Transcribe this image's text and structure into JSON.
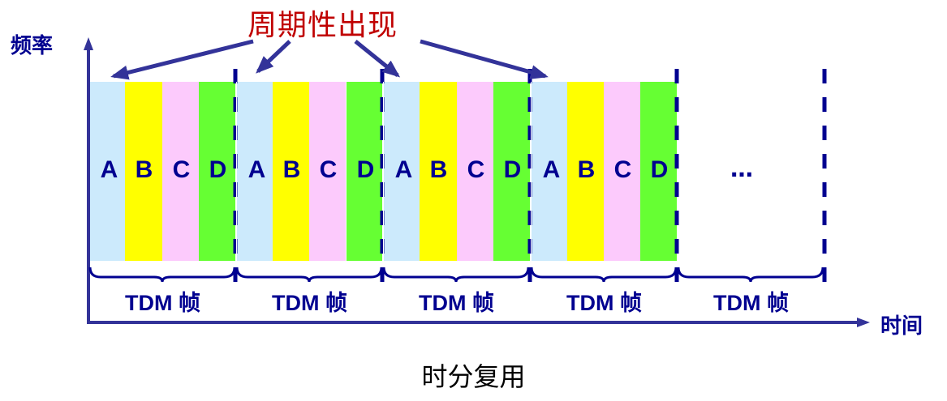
{
  "diagram": {
    "title": "周期性出现",
    "y_axis_label": "频率",
    "x_axis_label": "时间",
    "caption": "时分复用",
    "ellipsis": "…",
    "frame_label": "TDM 帧",
    "frames": [
      {
        "label": "TDM 帧",
        "slots": [
          "A",
          "B",
          "C",
          "D"
        ]
      },
      {
        "label": "TDM 帧",
        "slots": [
          "A",
          "B",
          "C",
          "D"
        ]
      },
      {
        "label": "TDM 帧",
        "slots": [
          "A",
          "B",
          "C",
          "D"
        ]
      },
      {
        "label": "TDM 帧",
        "slots": [
          "A",
          "B",
          "C",
          "D"
        ]
      },
      {
        "label": "TDM 帧",
        "slots": []
      }
    ],
    "colors": {
      "A": "#cceafc",
      "B": "#ffff00",
      "C": "#fccafc",
      "D": "#66ff33",
      "title": "#c00000",
      "text": "#000090",
      "arrows": "#333399",
      "dashes": "#000090"
    }
  }
}
